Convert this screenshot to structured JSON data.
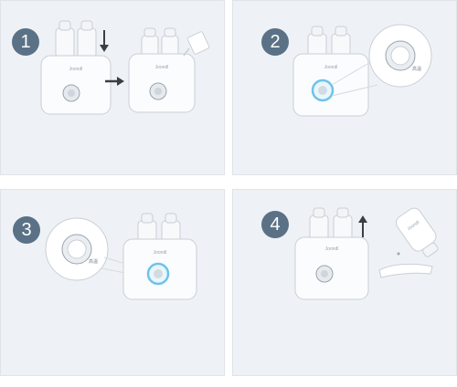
{
  "colors": {
    "panel_bg": "#eef2f6",
    "badge": "#5b7186",
    "device_body": "#fbfcfd",
    "outline": "#c9cfd6",
    "knob_highlight": "#6ec3ea",
    "arrow": "#3a3f45"
  },
  "steps": [
    {
      "number": "1",
      "brand": "Joondl",
      "icons": [
        "bottles-on-warmer-icon",
        "arrow-down-icon",
        "arrow-right-icon",
        "pour-water-icon"
      ]
    },
    {
      "number": "2",
      "brand": "Joondl",
      "dial_labels": [
        "",
        "高温"
      ],
      "icons": [
        "highlighted-knob-icon",
        "magnified-dial-icon"
      ]
    },
    {
      "number": "3",
      "brand": "Joondl",
      "dial_labels": [
        "",
        "高温"
      ],
      "icons": [
        "highlighted-knob-icon",
        "magnified-dial-icon"
      ]
    },
    {
      "number": "4",
      "brand": "Joondl",
      "bottle_brand": "Joondl",
      "icons": [
        "arrow-up-icon",
        "tilted-bottle-icon",
        "wrist-test-icon"
      ]
    }
  ]
}
